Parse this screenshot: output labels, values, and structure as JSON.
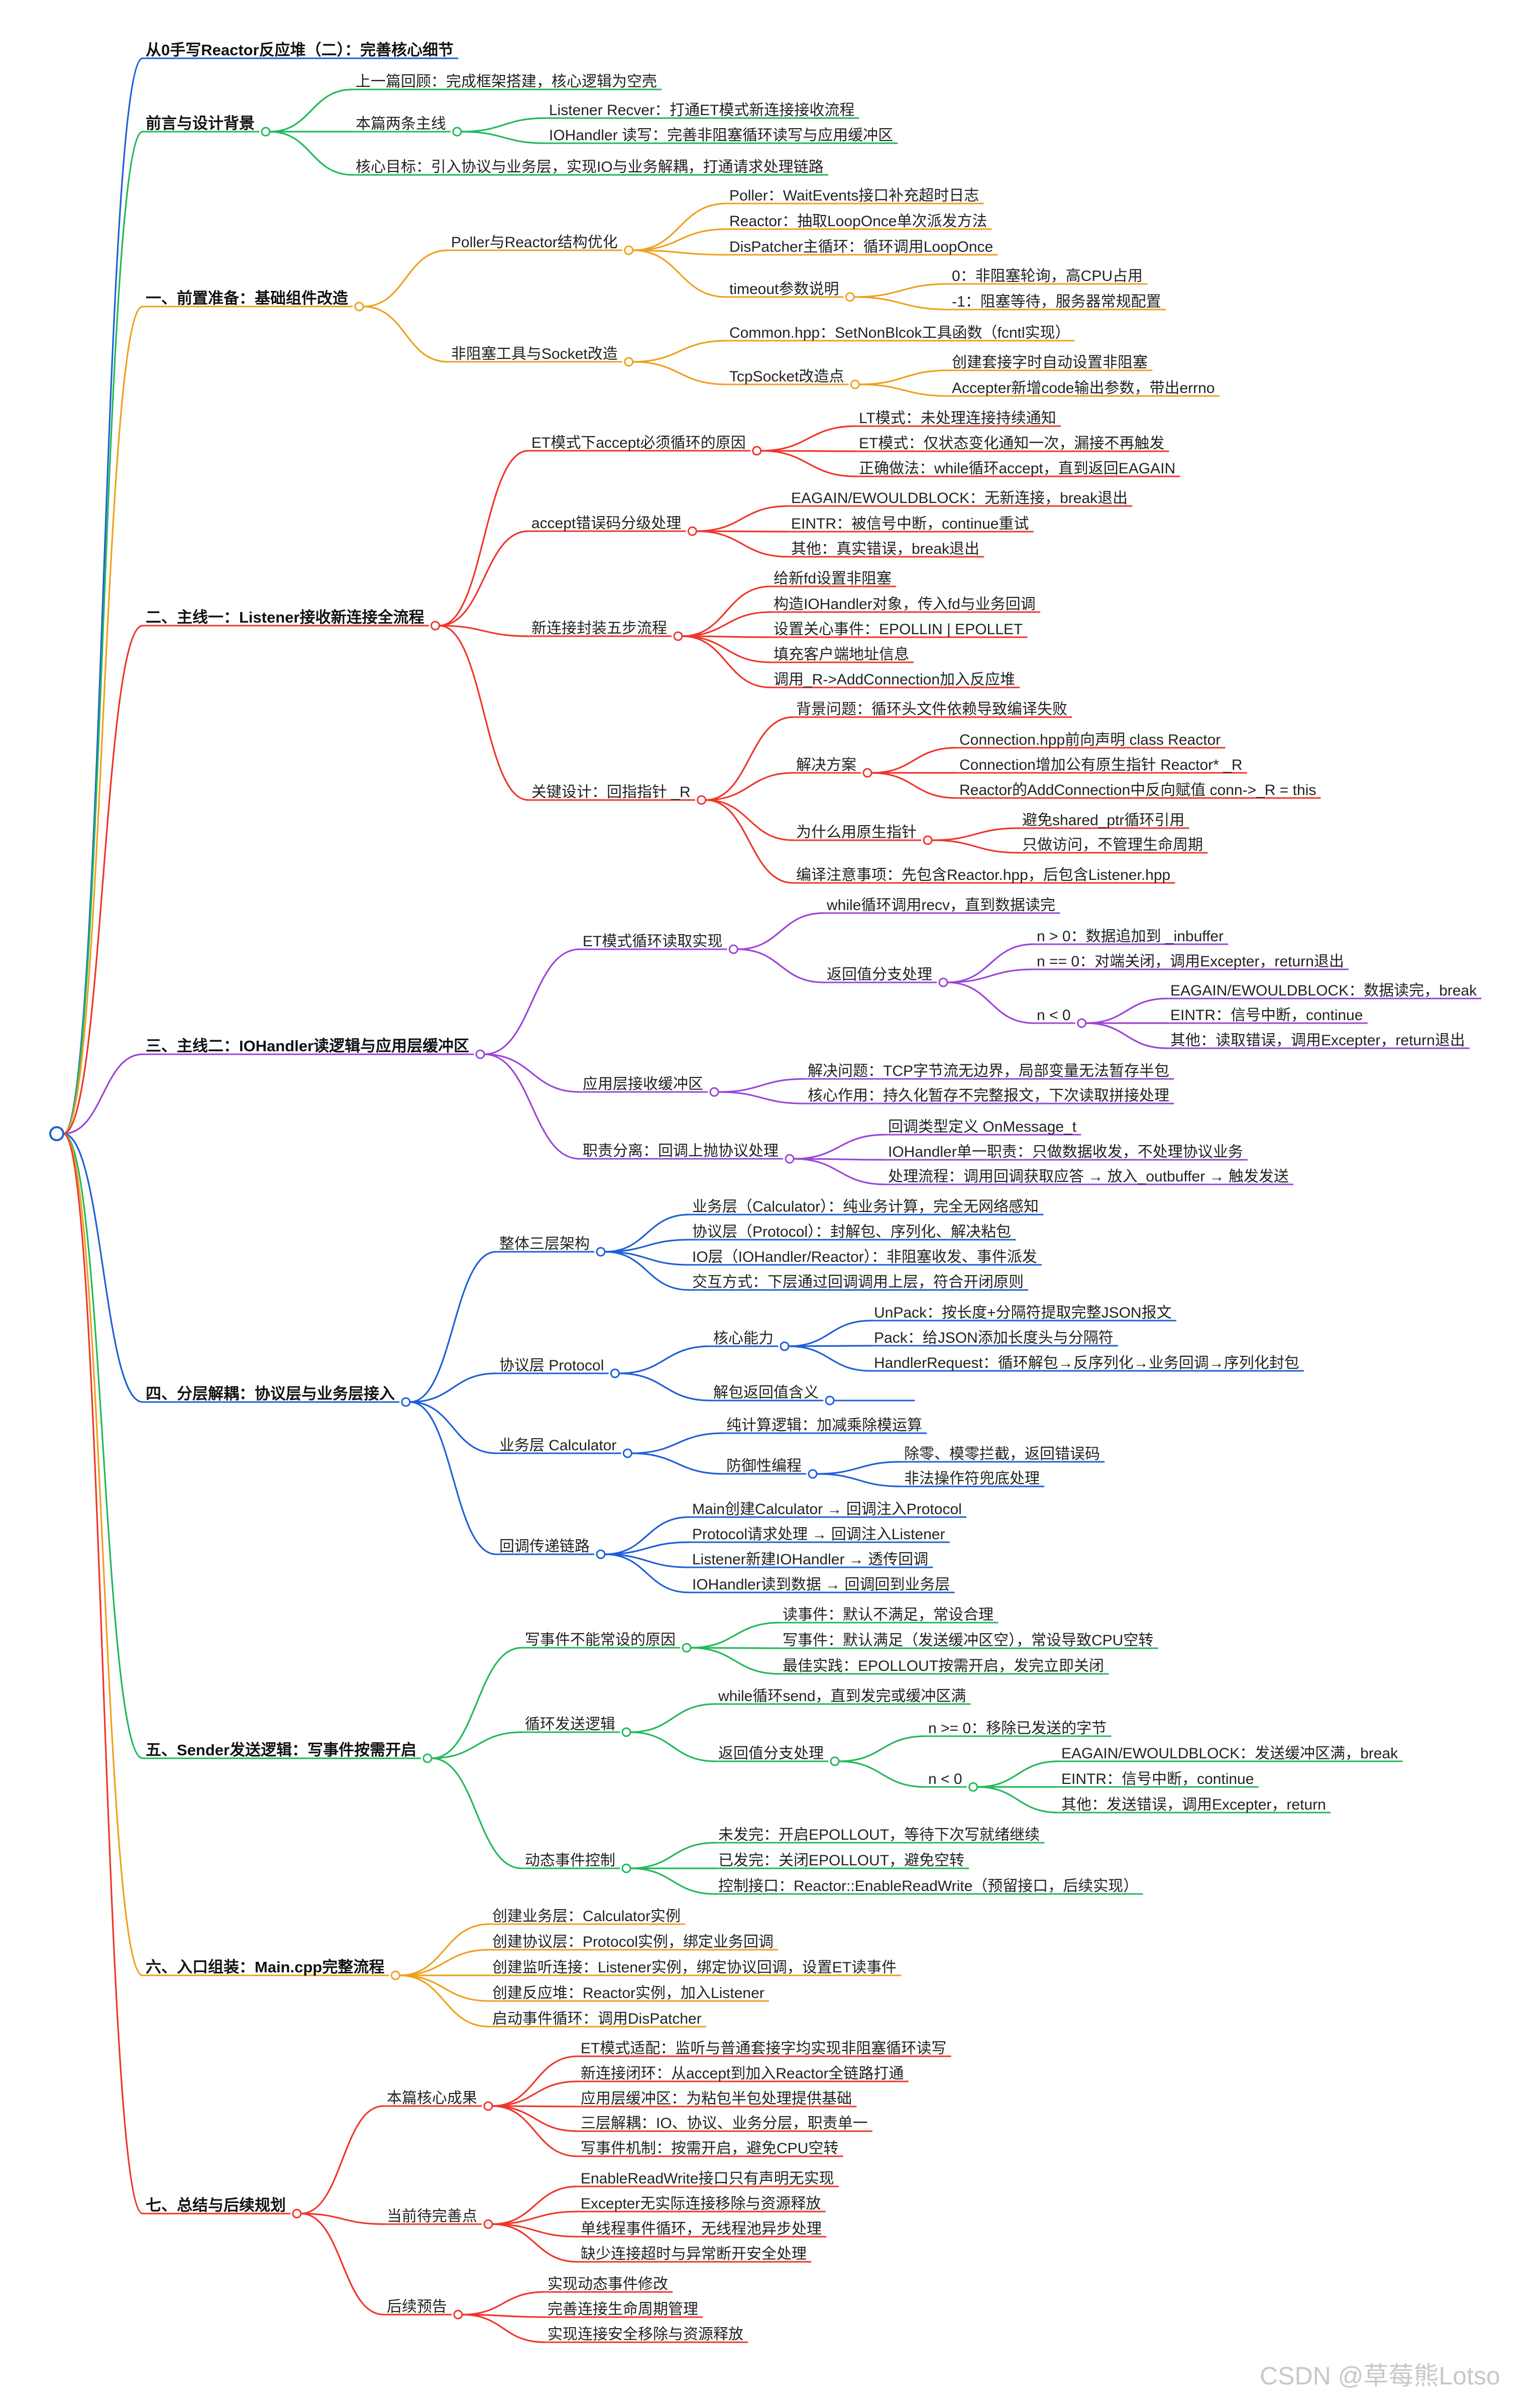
{
  "mindmap": {
    "palette": {
      "blue": "#1e5fd8",
      "green": "#22b85a",
      "orange": "#f0a01e",
      "red": "#f0352c",
      "purple": "#9b44d8"
    },
    "branches": [
      {
        "id": "title",
        "label": "从0手写Reactor反应堆（二）：完善核心细节",
        "color": "blue",
        "bold": true,
        "children": []
      },
      {
        "id": "b1",
        "label": "前言与设计背景",
        "color": "green",
        "bold": true,
        "children": [
          {
            "label": "上一篇回顾：完成框架搭建，核心逻辑为空壳"
          },
          {
            "label": "本篇两条主线",
            "children": [
              {
                "label": "Listener Recver：打通ET模式新连接接收流程"
              },
              {
                "label": "IOHandler 读写：完善非阻塞循环读写与应用缓冲区"
              }
            ]
          },
          {
            "label": "核心目标：引入协议与业务层，实现IO与业务解耦，打通请求处理链路"
          }
        ]
      },
      {
        "id": "b2",
        "label": "一、前置准备：基础组件改造",
        "color": "orange",
        "bold": true,
        "children": [
          {
            "label": "Poller与Reactor结构优化",
            "children": [
              {
                "label": "Poller：WaitEvents接口补充超时日志"
              },
              {
                "label": "Reactor：抽取LoopOnce单次派发方法"
              },
              {
                "label": "DisPatcher主循环：循环调用LoopOnce"
              },
              {
                "label": "timeout参数说明",
                "children": [
                  {
                    "label": "0：非阻塞轮询，高CPU占用"
                  },
                  {
                    "label": "-1：阻塞等待，服务器常规配置"
                  }
                ]
              }
            ]
          },
          {
            "label": "非阻塞工具与Socket改造",
            "children": [
              {
                "label": "Common.hpp：SetNonBlcok工具函数（fcntl实现）"
              },
              {
                "label": "TcpSocket改造点",
                "children": [
                  {
                    "label": "创建套接字时自动设置非阻塞"
                  },
                  {
                    "label": "Accepter新增code输出参数，带出errno"
                  }
                ]
              }
            ]
          }
        ]
      },
      {
        "id": "b3",
        "label": "二、主线一：Listener接收新连接全流程",
        "color": "red",
        "bold": true,
        "children": [
          {
            "label": "ET模式下accept必须循环的原因",
            "children": [
              {
                "label": "LT模式：未处理连接持续通知"
              },
              {
                "label": "ET模式：仅状态变化通知一次，漏接不再触发"
              },
              {
                "label": "正确做法：while循环accept，直到返回EAGAIN"
              }
            ]
          },
          {
            "label": "accept错误码分级处理",
            "children": [
              {
                "label": "EAGAIN/EWOULDBLOCK：无新连接，break退出"
              },
              {
                "label": "EINTR：被信号中断，continue重试"
              },
              {
                "label": "其他：真实错误，break退出"
              }
            ]
          },
          {
            "label": "新连接封装五步流程",
            "children": [
              {
                "label": "给新fd设置非阻塞"
              },
              {
                "label": "构造IOHandler对象，传入fd与业务回调"
              },
              {
                "label": "设置关心事件：EPOLLIN | EPOLLET"
              },
              {
                "label": "填充客户端地址信息"
              },
              {
                "label": "调用_R->AddConnection加入反应堆"
              }
            ]
          },
          {
            "label": "关键设计：回指指针 _R",
            "children": [
              {
                "label": "背景问题：循环头文件依赖导致编译失败"
              },
              {
                "label": "解决方案",
                "children": [
                  {
                    "label": "Connection.hpp前向声明 class Reactor"
                  },
                  {
                    "label": "Connection增加公有原生指针 Reactor* _R"
                  },
                  {
                    "label": "Reactor的AddConnection中反向赋值 conn->_R = this"
                  }
                ]
              },
              {
                "label": "为什么用原生指针",
                "children": [
                  {
                    "label": "避免shared_ptr循环引用"
                  },
                  {
                    "label": "只做访问，不管理生命周期"
                  }
                ]
              },
              {
                "label": "编译注意事项：先包含Reactor.hpp，后包含Listener.hpp"
              }
            ]
          }
        ]
      },
      {
        "id": "b4",
        "label": "三、主线二：IOHandler读逻辑与应用层缓冲区",
        "color": "purple",
        "bold": true,
        "children": [
          {
            "label": "ET模式循环读取实现",
            "children": [
              {
                "label": "while循环调用recv，直到数据读完"
              },
              {
                "label": "返回值分支处理",
                "children": [
                  {
                    "label": "n > 0：数据追加到 _inbuffer"
                  },
                  {
                    "label": "n == 0：对端关闭，调用Excepter，return退出"
                  },
                  {
                    "label": "n < 0",
                    "children": [
                      {
                        "label": "EAGAIN/EWOULDBLOCK：数据读完，break"
                      },
                      {
                        "label": "EINTR：信号中断，continue"
                      },
                      {
                        "label": "其他：读取错误，调用Excepter，return退出"
                      }
                    ]
                  }
                ]
              }
            ]
          },
          {
            "label": "应用层接收缓冲区",
            "children": [
              {
                "label": "解决问题：TCP字节流无边界，局部变量无法暂存半包"
              },
              {
                "label": "核心作用：持久化暂存不完整报文，下次读取拼接处理"
              }
            ]
          },
          {
            "label": "职责分离：回调上抛协议处理",
            "children": [
              {
                "label": "回调类型定义 OnMessage_t"
              },
              {
                "label": "IOHandler单一职责：只做数据收发，不处理协议业务"
              },
              {
                "label": "处理流程：调用回调获取应答 → 放入_outbuffer → 触发发送"
              }
            ]
          }
        ]
      },
      {
        "id": "b5",
        "label": "四、分层解耦：协议层与业务层接入",
        "color": "blue",
        "bold": true,
        "children": [
          {
            "label": "整体三层架构",
            "children": [
              {
                "label": "业务层（Calculator）：纯业务计算，完全无网络感知"
              },
              {
                "label": "协议层（Protocol）：封解包、序列化、解决粘包"
              },
              {
                "label": "IO层（IOHandler/Reactor）：非阻塞收发、事件派发"
              },
              {
                "label": "交互方式：下层通过回调调用上层，符合开闭原则"
              }
            ]
          },
          {
            "label": "协议层 Protocol",
            "children": [
              {
                "label": "核心能力",
                "children": [
                  {
                    "label": "UnPack：按长度+分隔符提取完整JSON报文"
                  },
                  {
                    "label": "Pack：给JSON添加长度头与分隔符"
                  },
                  {
                    "label": "HandlerRequest：循环解包→反序列化→业务回调→序列化封包"
                  }
                ]
              },
              {
                "label": "解包返回值含义",
                "stub": true,
                "children": []
              }
            ]
          },
          {
            "label": "业务层 Calculator",
            "children": [
              {
                "label": "纯计算逻辑：加减乘除模运算"
              },
              {
                "label": "防御性编程",
                "children": [
                  {
                    "label": "除零、模零拦截，返回错误码"
                  },
                  {
                    "label": "非法操作符兜底处理"
                  }
                ]
              }
            ]
          },
          {
            "label": "回调传递链路",
            "children": [
              {
                "label": "Main创建Calculator → 回调注入Protocol"
              },
              {
                "label": "Protocol请求处理 → 回调注入Listener"
              },
              {
                "label": "Listener新建IOHandler → 透传回调"
              },
              {
                "label": "IOHandler读到数据 → 回调回到业务层"
              }
            ]
          }
        ]
      },
      {
        "id": "b6",
        "label": "五、Sender发送逻辑：写事件按需开启",
        "color": "green",
        "bold": true,
        "children": [
          {
            "label": "写事件不能常设的原因",
            "children": [
              {
                "label": "读事件：默认不满足，常设合理"
              },
              {
                "label": "写事件：默认满足（发送缓冲区空），常设导致CPU空转"
              },
              {
                "label": "最佳实践：EPOLLOUT按需开启，发完立即关闭"
              }
            ]
          },
          {
            "label": "循环发送逻辑",
            "children": [
              {
                "label": "while循环send，直到发完或缓冲区满"
              },
              {
                "label": "返回值分支处理",
                "children": [
                  {
                    "label": "n >= 0：移除已发送的字节"
                  },
                  {
                    "label": "n < 0",
                    "children": [
                      {
                        "label": "EAGAIN/EWOULDBLOCK：发送缓冲区满，break"
                      },
                      {
                        "label": "EINTR：信号中断，continue"
                      },
                      {
                        "label": "其他：发送错误，调用Excepter，return"
                      }
                    ]
                  }
                ]
              }
            ]
          },
          {
            "label": "动态事件控制",
            "children": [
              {
                "label": "未发完：开启EPOLLOUT，等待下次写就绪继续"
              },
              {
                "label": "已发完：关闭EPOLLOUT，避免空转"
              },
              {
                "label": "控制接口：Reactor::EnableReadWrite（预留接口，后续实现）"
              }
            ]
          }
        ]
      },
      {
        "id": "b7",
        "label": "六、入口组装：Main.cpp完整流程",
        "color": "orange",
        "bold": true,
        "children": [
          {
            "label": "创建业务层：Calculator实例"
          },
          {
            "label": "创建协议层：Protocol实例，绑定业务回调"
          },
          {
            "label": "创建监听连接：Listener实例，绑定协议回调，设置ET读事件"
          },
          {
            "label": "创建反应堆：Reactor实例，加入Listener"
          },
          {
            "label": "启动事件循环：调用DisPatcher"
          }
        ]
      },
      {
        "id": "b8",
        "label": "七、总结与后续规划",
        "color": "red",
        "bold": true,
        "children": [
          {
            "label": "本篇核心成果",
            "children": [
              {
                "label": "ET模式适配：监听与普通套接字均实现非阻塞循环读写"
              },
              {
                "label": "新连接闭环：从accept到加入Reactor全链路打通"
              },
              {
                "label": "应用层缓冲区：为粘包半包处理提供基础"
              },
              {
                "label": "三层解耦：IO、协议、业务分层，职责单一"
              },
              {
                "label": "写事件机制：按需开启，避免CPU空转"
              }
            ]
          },
          {
            "label": "当前待完善点",
            "children": [
              {
                "label": "EnableReadWrite接口只有声明无实现"
              },
              {
                "label": "Excepter无实际连接移除与资源释放"
              },
              {
                "label": "单线程事件循环，无线程池异步处理"
              },
              {
                "label": "缺少连接超时与异常断开安全处理"
              }
            ]
          },
          {
            "label": "后续预告",
            "children": [
              {
                "label": "实现动态事件修改"
              },
              {
                "label": "完善连接生命周期管理"
              },
              {
                "label": "实现连接安全移除与资源释放"
              }
            ]
          }
        ]
      }
    ]
  },
  "watermark": "CSDN @草莓熊Lotso"
}
